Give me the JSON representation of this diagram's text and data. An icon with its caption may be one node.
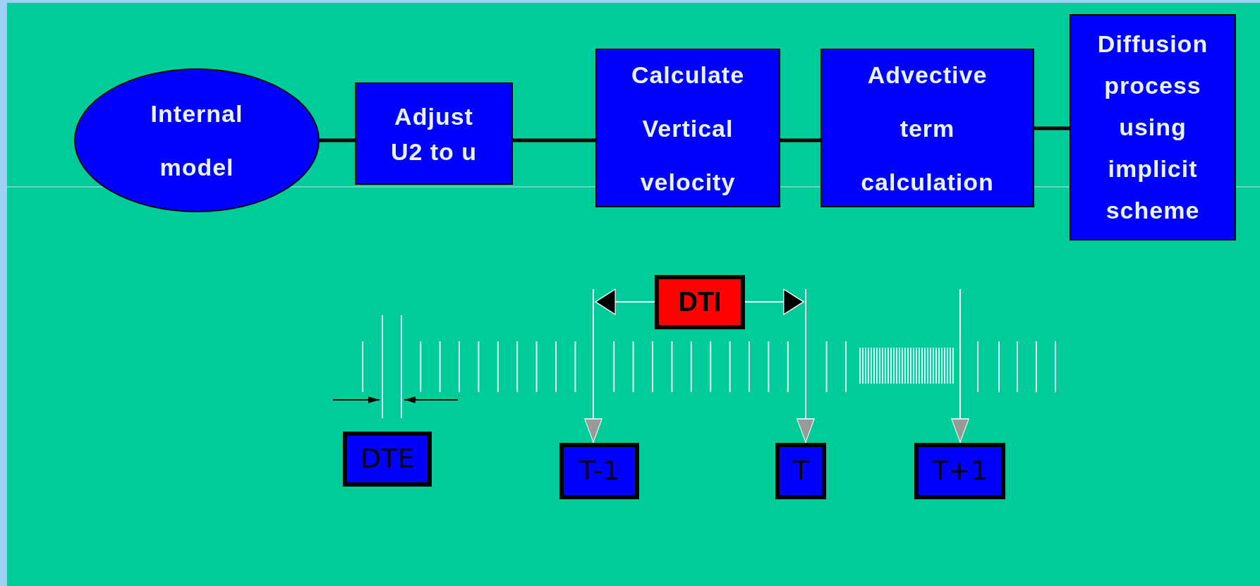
{
  "diagram": {
    "nodes": [
      {
        "text": [
          "Internal model"
        ]
      },
      {
        "text": [
          "Adjust U2 to u"
        ]
      },
      {
        "text": [
          "Calculate Vertical velocity"
        ]
      },
      {
        "text": [
          "Advective term calculation"
        ]
      },
      {
        "text": [
          "Diffusion process using implicit scheme"
        ]
      },
      {
        "text": [
          "DTI"
        ]
      },
      {
        "text": [
          "DTE"
        ]
      },
      {
        "text": [
          "T-1"
        ]
      },
      {
        "text": [
          "T"
        ]
      },
      {
        "text": [
          "T+1"
        ]
      }
    ],
    "edges": [
      {
        "from": 0,
        "to": 1,
        "arrow": "none",
        "style": "thick",
        "color": "#000000"
      },
      {
        "from": 1,
        "to": 2,
        "arrow": "none",
        "style": "thick",
        "color": "#000000"
      },
      {
        "from": 2,
        "to": 3,
        "arrow": "none",
        "style": "thick",
        "color": "#000000"
      },
      {
        "from": 3,
        "to": 4,
        "arrow": "none",
        "style": "thick",
        "color": "#000000"
      },
      {
        "from": null,
        "to": 7,
        "arrow": "to"
      },
      {
        "from": null,
        "to": 8,
        "arrow": "to"
      },
      {
        "from": null,
        "to": 9,
        "arrow": "to"
      },
      {
        "from": 5,
        "to": null,
        "arrow": "to"
      },
      {
        "from": 5,
        "to": null,
        "arrow": "to"
      }
    ]
  }
}
